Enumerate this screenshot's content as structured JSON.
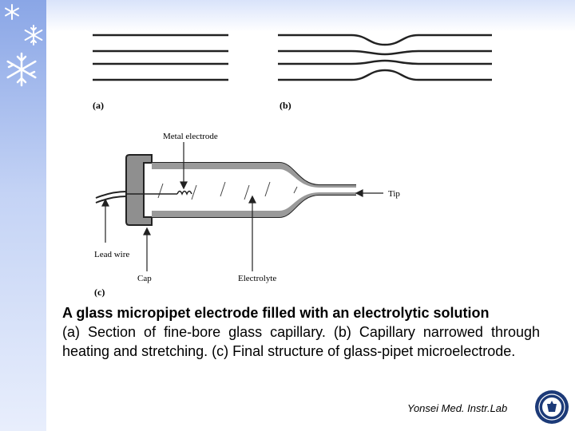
{
  "figure": {
    "panel_a_label": "(a)",
    "panel_b_label": "(b)",
    "panel_c_label": "(c)",
    "labels": {
      "metal_electrode": "Metal electrode",
      "tip": "Tip",
      "lead_wire": "Lead wire",
      "cap": "Cap",
      "electrolyte": "Electrolyte"
    }
  },
  "caption": {
    "title": "A glass micropipet electrode filled with an electrolytic solution",
    "body": "(a) Section of fine-bore glass capillary. (b) Capillary narrowed through heating and stretching. (c) Final structure of glass-pipet microelectrode."
  },
  "footer": {
    "text": "Yonsei Med. Instr.Lab"
  },
  "icons": [
    "snowflake-icon",
    "university-seal-icon"
  ]
}
